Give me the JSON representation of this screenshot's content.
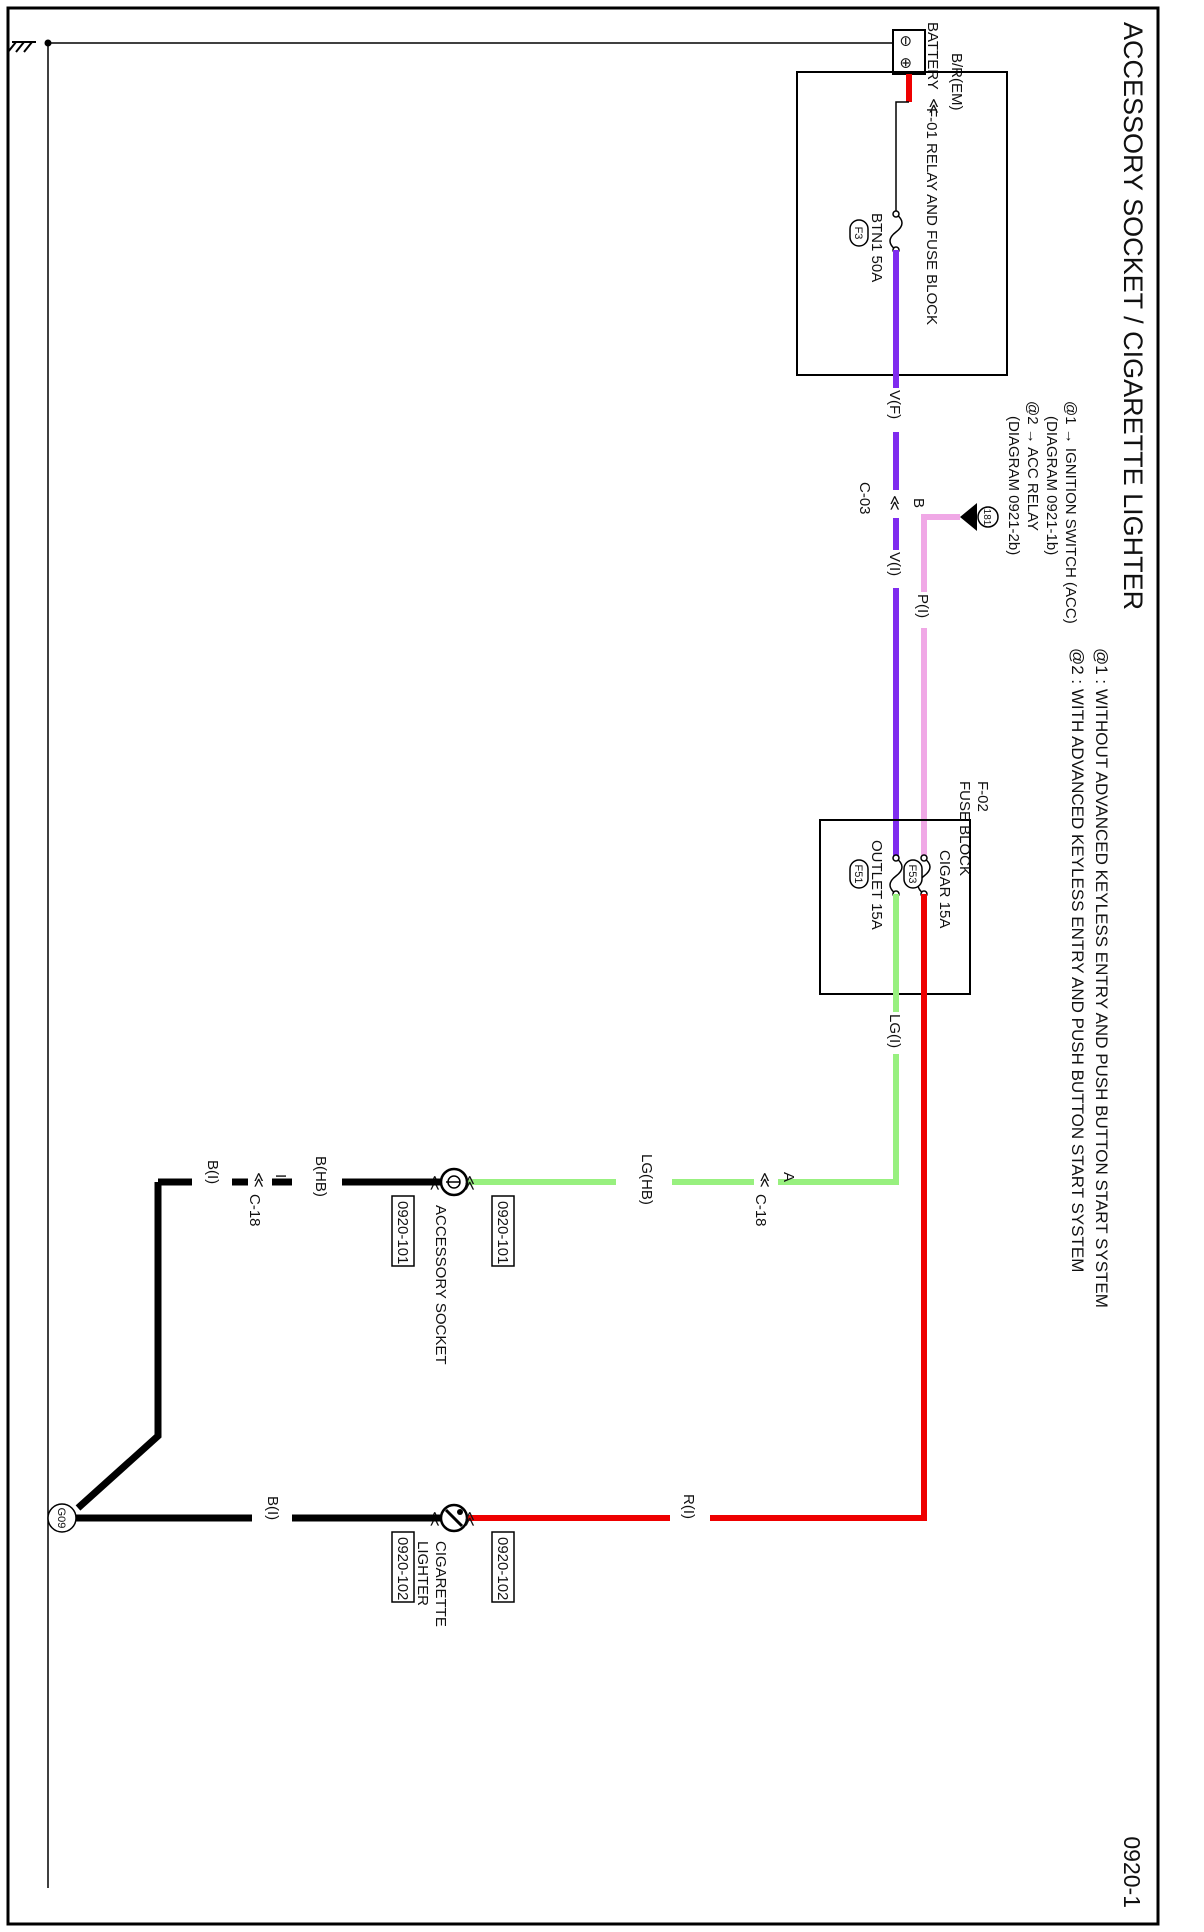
{
  "title": "ACCESSORY SOCKET / CIGARETTE LIGHTER",
  "diagram_code": "0920-1",
  "notes": {
    "a1": "@1 : WITHOUT ADVANCED KEYLESS ENTRY AND PUSH BUTTON START SYSTEM",
    "a2": "@2 : WITH ADVANCED KEYLESS ENTRY AND PUSH BUTTON START SYSTEM"
  },
  "references": {
    "r1_line1": "@1 → IGNITION SWITCH (ACC)",
    "r1_line2": "(DIAGRAM  0921-1b)",
    "r2_line1": "@2 → ACC RELAY",
    "r2_line2": "(DIAGRAM 0921-2b)",
    "ref_circle": "181"
  },
  "battery": {
    "label": "BATTERY",
    "minus": "⊖",
    "plus": "⊕"
  },
  "block_f01": {
    "title": "F-01 RELAY AND FUSE BLOCK",
    "fuse_label": "BTN1 50A",
    "fuse_tag": "F3"
  },
  "block_f02": {
    "id": "F-02",
    "title": "FUSE BLOCK",
    "fuse1_label": "CIGAR 15A",
    "fuse1_tag": "F53",
    "fuse2_label": "OUTLET 15A",
    "fuse2_tag": "F51"
  },
  "wires": {
    "br_em": "B/R(EM)",
    "v_f": "V(F)",
    "c03": "C-03",
    "c03_pin": "B",
    "v_i": "V(I)",
    "p_i": "P(I)",
    "lg_i": "LG(I)",
    "c18_a_pin": "A",
    "c18_a": "C-18",
    "lg_hb": "LG(HB)",
    "b_hb": "B(HB)",
    "c18_i_pin": "I",
    "c18_i": "C-18",
    "b_i_upper": "B(I)",
    "r_i": "R(I)",
    "b_i_lower": "B(I)"
  },
  "components": {
    "accessory_socket": "ACCESSORY SOCKET",
    "as_conn_a": "0920-101",
    "as_conn_b": "0920-101",
    "cigarette_lighter_l1": "CIGARETTE",
    "cigarette_lighter_l2": "LIGHTER",
    "cl_conn_a": "0920-102",
    "cl_conn_b": "0920-102"
  },
  "ground": {
    "label": "G09"
  },
  "colors": {
    "red": "#ee0000",
    "violet": "#7f2bef",
    "pink": "#f0a8e6",
    "light_green": "#98f07f",
    "black": "#000000"
  }
}
